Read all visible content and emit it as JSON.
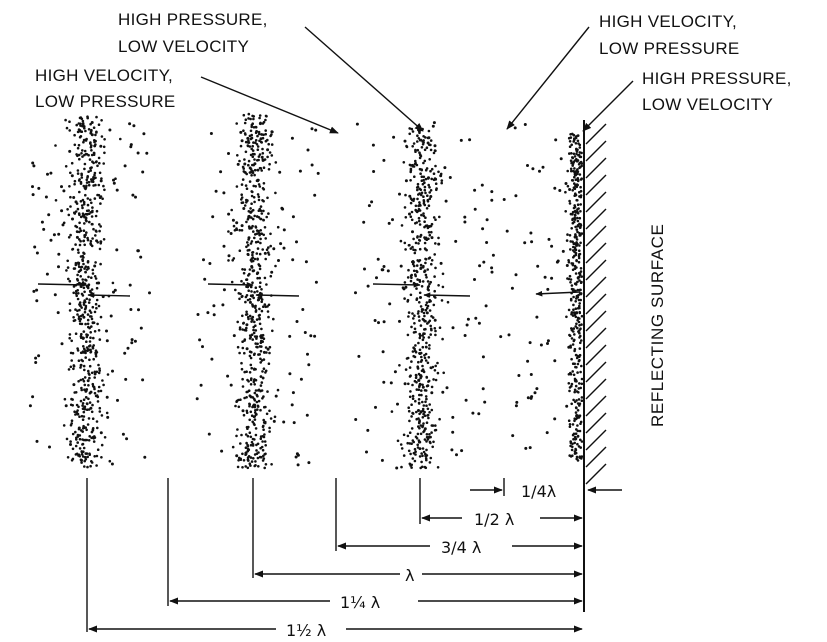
{
  "labels": {
    "top_center_line1": "HIGH PRESSURE,",
    "top_center_line2": "LOW VELOCITY",
    "top_left_line1": "HIGH VELOCITY,",
    "top_left_line2": "LOW PRESSURE",
    "top_right_line1": "HIGH VELOCITY,",
    "top_right_line2": "LOW PRESSURE",
    "far_right_line1": "HIGH PRESSURE,",
    "far_right_line2": "LOW VELOCITY",
    "surface": "REFLECTING SURFACE"
  },
  "dimensions": [
    "1/4λ",
    "1/2 λ",
    "3/4 λ",
    "λ",
    "1¼ λ",
    "1½ λ"
  ],
  "colors": {
    "ink": "#111111",
    "background": "#ffffff"
  }
}
